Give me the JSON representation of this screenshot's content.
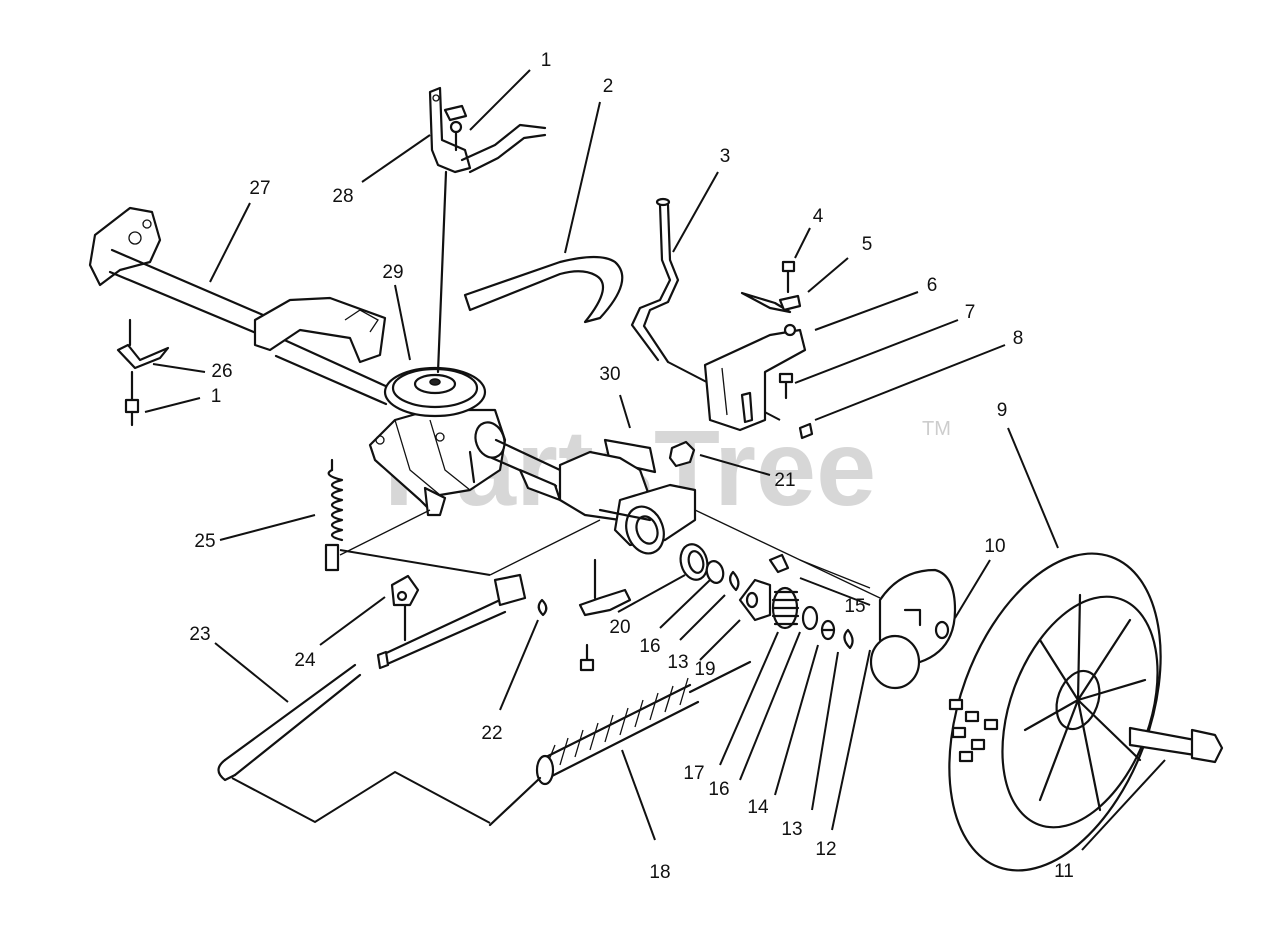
{
  "watermark": {
    "text": "PartsTree",
    "trademark": "TM"
  },
  "callouts": {
    "c1a": "1",
    "c2": "2",
    "c3": "3",
    "c4": "4",
    "c5": "5",
    "c6": "6",
    "c7": "7",
    "c8": "8",
    "c9": "9",
    "c10": "10",
    "c11": "11",
    "c12": "12",
    "c13a": "13",
    "c13b": "13",
    "c14": "14",
    "c15": "15",
    "c16a": "16",
    "c16b": "16",
    "c17": "17",
    "c18": "18",
    "c19": "19",
    "c20": "20",
    "c21": "21",
    "c22": "22",
    "c23": "23",
    "c24": "24",
    "c25": "25",
    "c26": "26",
    "c1b": "1",
    "c27": "27",
    "c28": "28",
    "c29": "29",
    "c30": "30"
  }
}
